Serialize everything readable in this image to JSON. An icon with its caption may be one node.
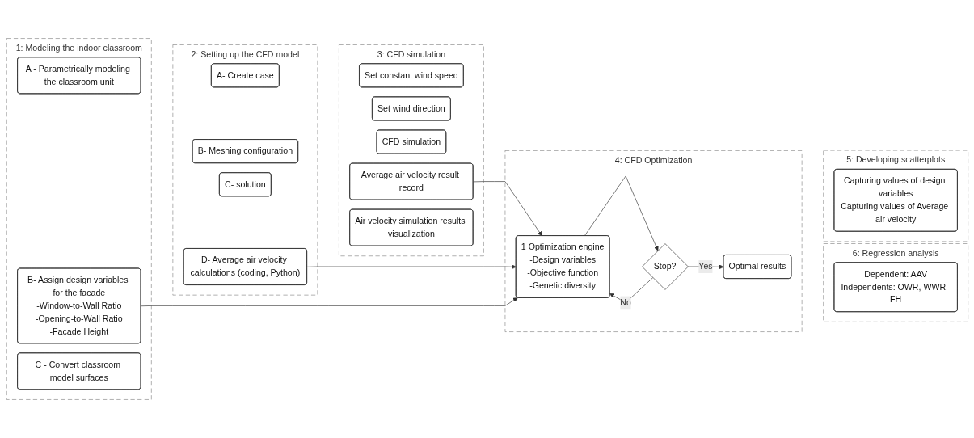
{
  "diagram": {
    "nodes": [
      {
        "text": [
          "1: Modeling the indoor classroom"
        ]
      },
      {
        "text": [
          "A - Parametrically modeling the classroom unit"
        ],
        "in": 0
      },
      {
        "text": [
          "B- Assign design variables for the facade",
          "-Window-to-Wall Ratio",
          "-Opening-to-Wall Ratio",
          "-Facade Height"
        ],
        "in": 0
      },
      {
        "text": [
          "C - Convert classroom model surfaces"
        ],
        "in": 0
      },
      {
        "text": [
          "2: Setting up the CFD model"
        ]
      },
      {
        "text": [
          "A- Create case"
        ],
        "in": 4
      },
      {
        "text": [
          "B- Meshing configuration"
        ],
        "in": 4
      },
      {
        "text": [
          "C- solution"
        ],
        "in": 4
      },
      {
        "text": [
          "D- Average air velocity calculations (coding, Python)"
        ],
        "in": 4
      },
      {
        "text": [
          "3: CFD simulation"
        ]
      },
      {
        "text": [
          "Set constant wind speed"
        ],
        "in": 9
      },
      {
        "text": [
          "Set wind direction"
        ],
        "in": 9
      },
      {
        "text": [
          "CFD simulation"
        ],
        "in": 9
      },
      {
        "text": [
          "Average air velocity result record"
        ],
        "in": 9
      },
      {
        "text": [
          "Air velocity simulation results visualization"
        ],
        "in": 9
      },
      {
        "text": [
          "4: CFD Optimization"
        ]
      },
      {
        "text": [
          "1 Optimization engine",
          "-Design variables",
          "-Objective function",
          "-Genetic diversity"
        ],
        "in": 15
      },
      {
        "text": [
          "Stop?"
        ],
        "in": 15
      },
      {
        "text": [
          "Optimal results"
        ],
        "in": 15
      },
      {
        "text": [
          "5: Developing scatterplots"
        ]
      },
      {
        "text": [
          "Capturing values of design variables",
          "Capturing values of Average air velocity"
        ],
        "in": 19
      },
      {
        "text": [
          "6: Regression analysis"
        ]
      },
      {
        "text": [
          "Dependent: AAV",
          "Independents: OWR, WWR, FH"
        ],
        "in": 21
      }
    ],
    "edges": [
      {
        "from": 8,
        "to": 16,
        "arrow": "to"
      },
      {
        "from": 2,
        "to": 16,
        "arrow": "to"
      },
      {
        "from": 13,
        "to": 16,
        "arrow": "to"
      },
      {
        "from": 16,
        "to": 17,
        "arrow": "to"
      },
      {
        "from": 17,
        "to": 16,
        "arrow": "to",
        "label": "No"
      },
      {
        "from": 17,
        "to": 18,
        "arrow": "to",
        "label": "Yes"
      }
    ]
  }
}
